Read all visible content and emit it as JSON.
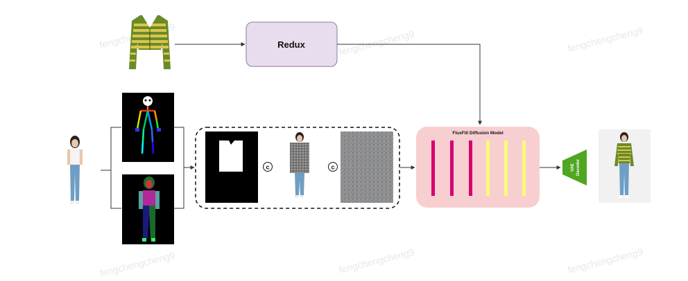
{
  "redux": {
    "label": "Redux",
    "fill": "#e8dcef",
    "stroke": "#8a7a99"
  },
  "concat_symbol": "c",
  "diffusion": {
    "title": "FluxFill Diffusion Model",
    "fill": "#f7cfd0",
    "bars": [
      {
        "color": "#d6006f"
      },
      {
        "color": "#d6006f"
      },
      {
        "color": "#d6006f"
      },
      {
        "color": "#fbfb7a"
      },
      {
        "color": "#fbfb7a"
      },
      {
        "color": "#fbfb7a"
      }
    ]
  },
  "decoder": {
    "label_line1": "VAE",
    "label_line2": "Decoder",
    "color": "#4fa61f"
  },
  "watermark": "fengchengcheng9",
  "colors": {
    "cardigan_green": "#6b8a2a",
    "cardigan_yellow": "#d9c74a",
    "jeans": "#6f9ec4",
    "skin": "#e9c7ad",
    "hair": "#2a2220",
    "noise": "#8f8f8f",
    "mask_white": "#ffffff",
    "pose_bg": "#000000"
  }
}
